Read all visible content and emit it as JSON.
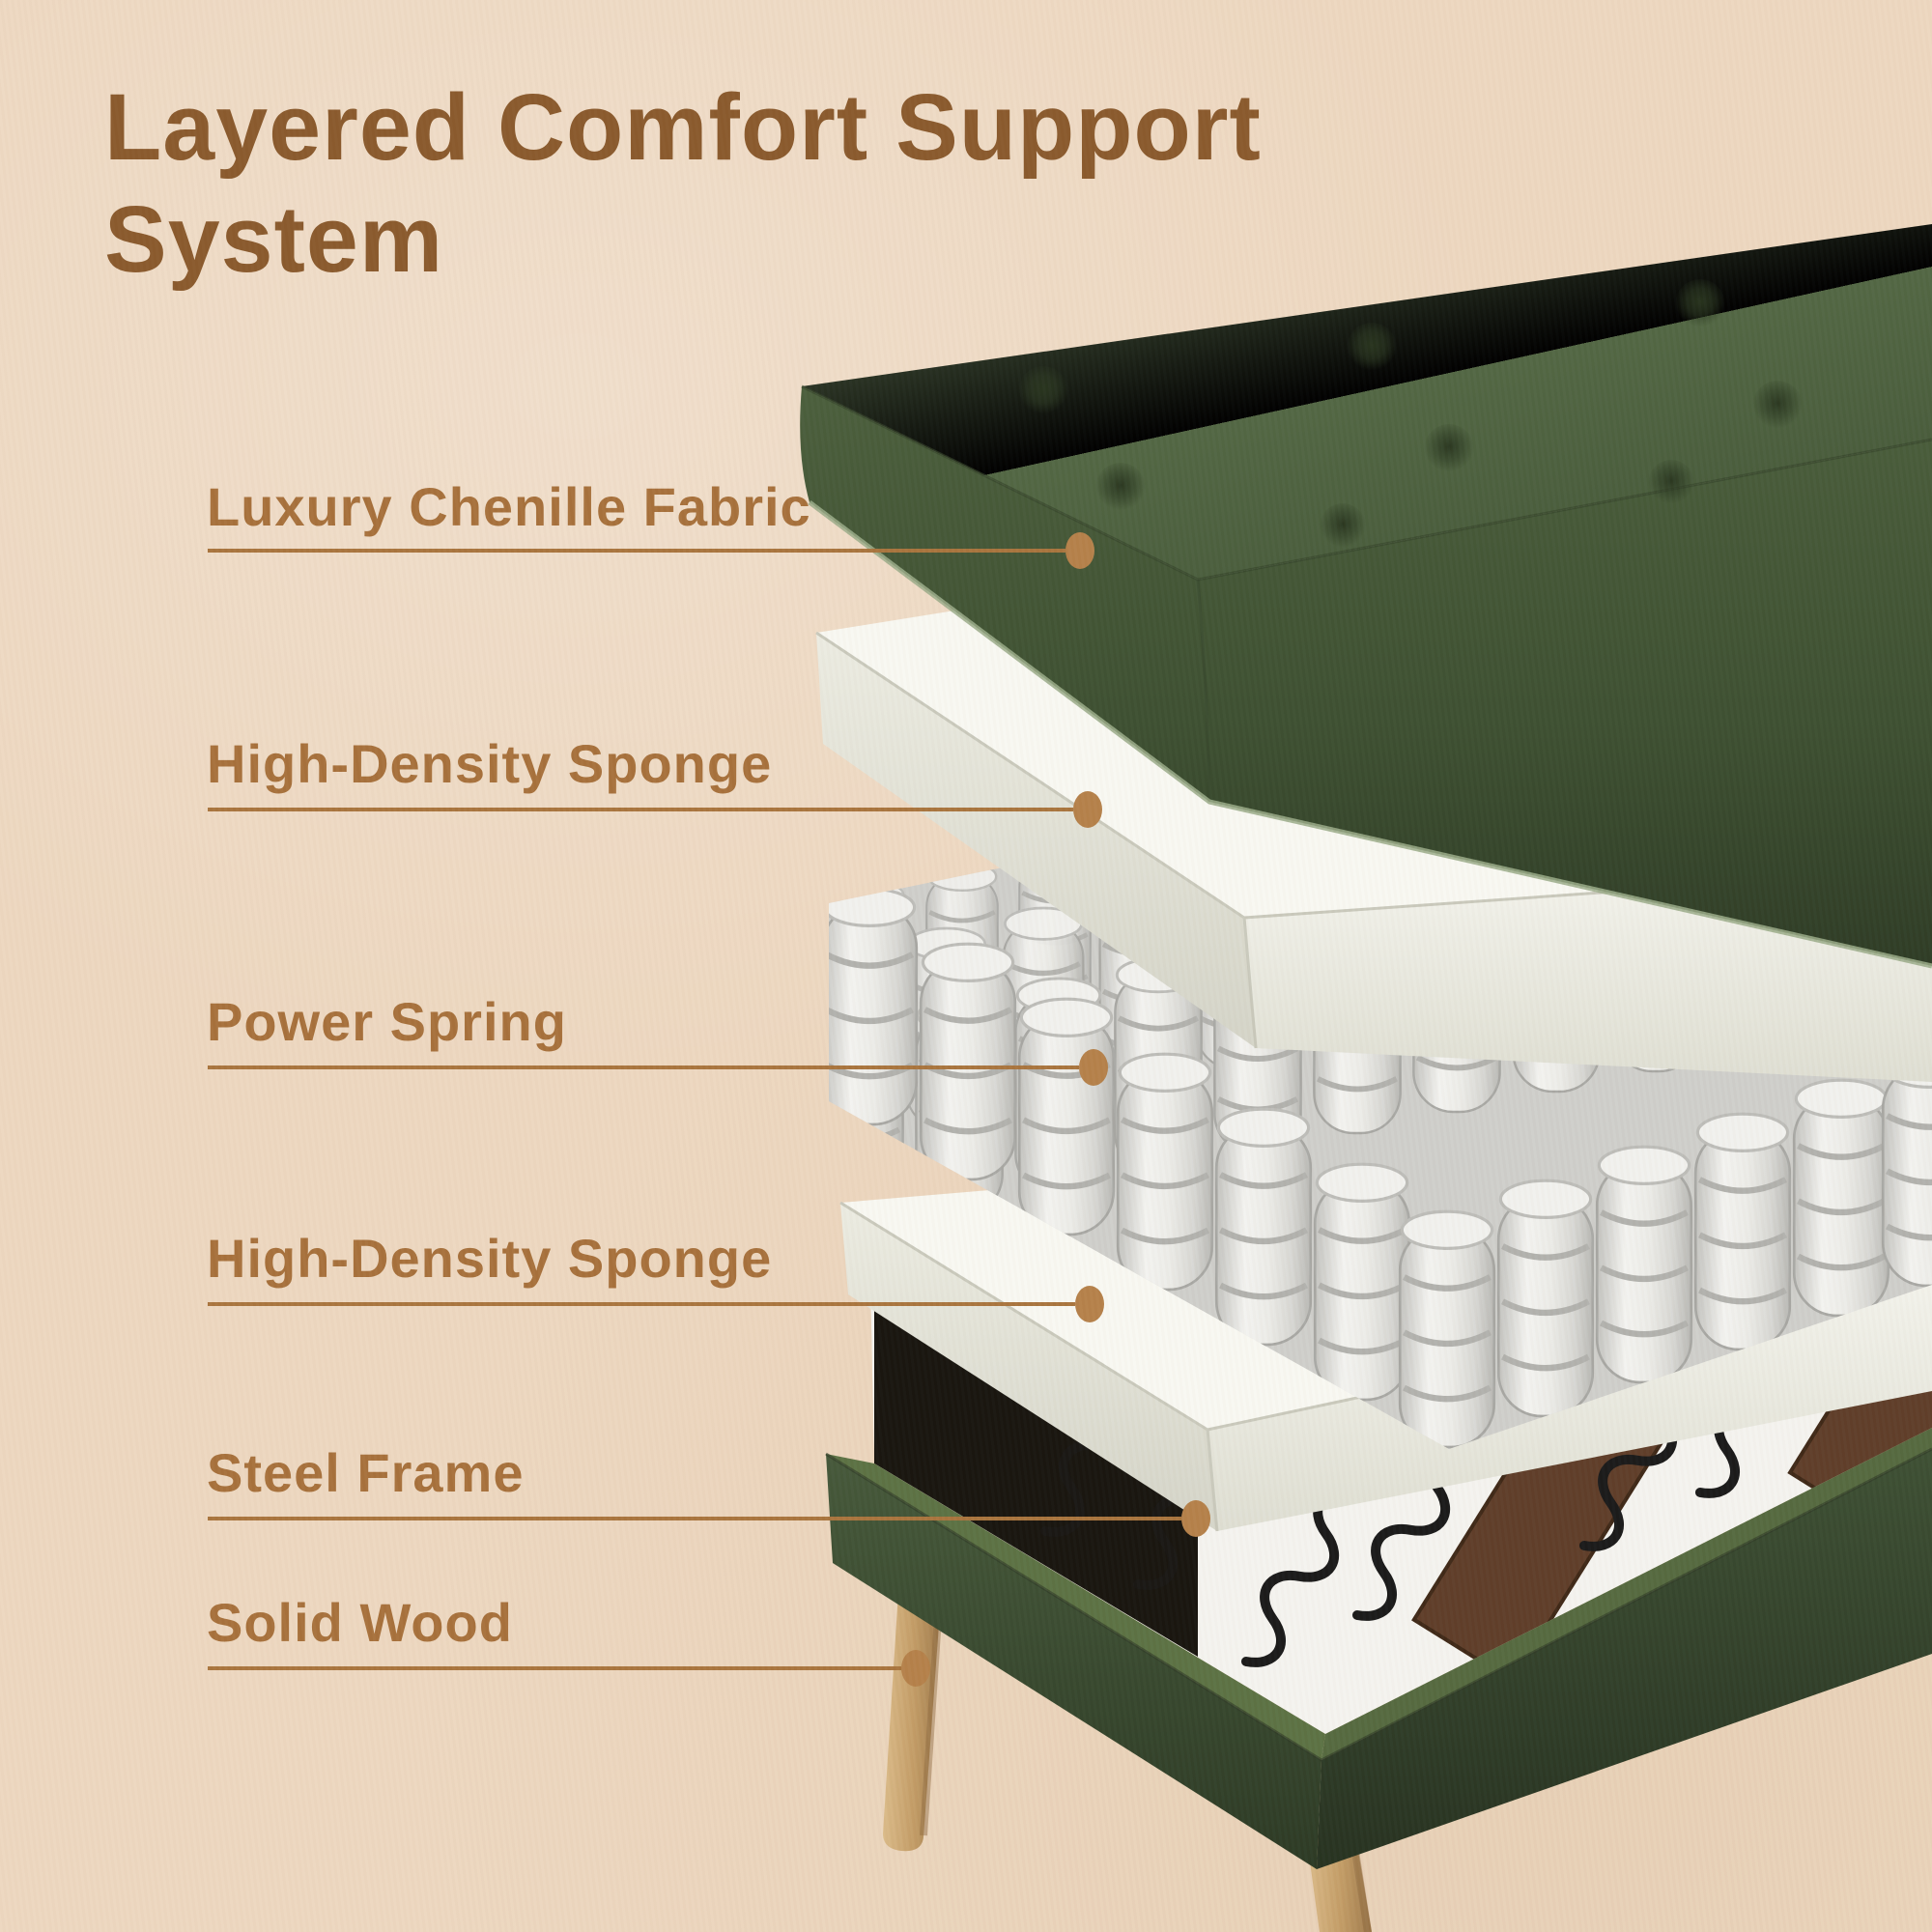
{
  "title": {
    "line1": "Layered Comfort Support",
    "line2": "System"
  },
  "callouts": [
    {
      "label": "Luxury Chenille Fabric",
      "target": "chenille-fabric-cushion"
    },
    {
      "label": "High-Density Sponge",
      "target": "upper-sponge-layer"
    },
    {
      "label": "Power Spring",
      "target": "pocket-spring-layer"
    },
    {
      "label": "High-Density Sponge",
      "target": "lower-sponge-layer"
    },
    {
      "label": "Steel Frame",
      "target": "steel-frame-base"
    },
    {
      "label": "Solid Wood",
      "target": "wood-leg"
    }
  ],
  "colors": {
    "background": "#edd8c0",
    "title_text": "#8a5a2d",
    "label_text": "#a7713c",
    "leader_line": "#a9753e",
    "callout_dot": "#b5814a",
    "cushion_green": "#4e6342",
    "sponge_white": "#f2f1ea",
    "spring_pocket": "#e9e9e6",
    "frame_green": "#415236",
    "interior_webbing": "#f4f3ef",
    "zigzag_spring": "#1a1a1a",
    "wood_rail": "#5f3e29",
    "wood_leg": "#c9a674"
  }
}
